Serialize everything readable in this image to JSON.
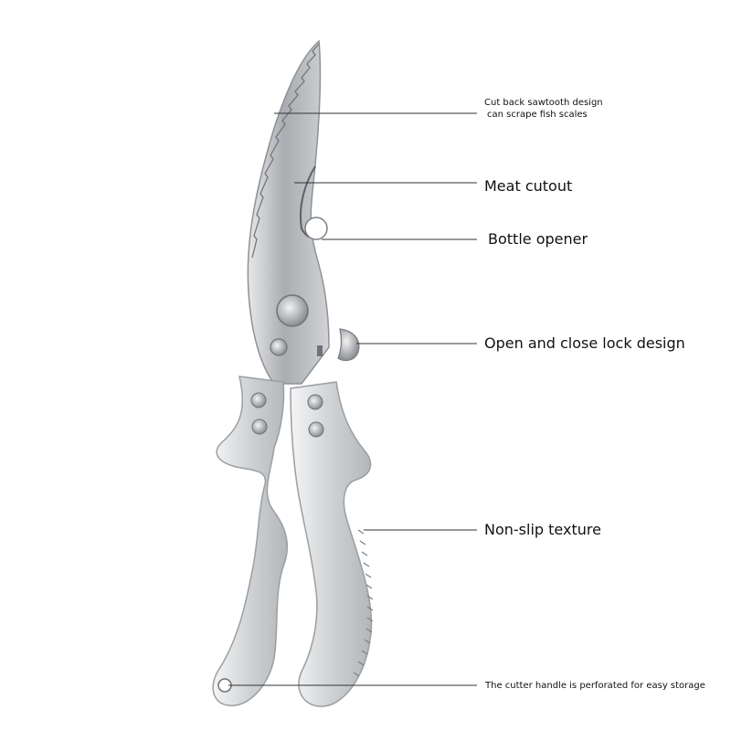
{
  "annotations": {
    "sawtooth": {
      "line1": "Cut back sawtooth design",
      "line2": "can scrape fish scales"
    },
    "meat_cutout": "Meat cutout",
    "bottle_opener": "Bottle opener",
    "lock": "Open and close lock design",
    "non_slip": "Non-slip texture",
    "storage": "The cutter handle is perforated for easy storage"
  },
  "colors": {
    "background": "#ffffff",
    "steel": "#b9bcbf",
    "handle": "#d7d9db",
    "leader_line": "#333333",
    "text": "#111111"
  }
}
